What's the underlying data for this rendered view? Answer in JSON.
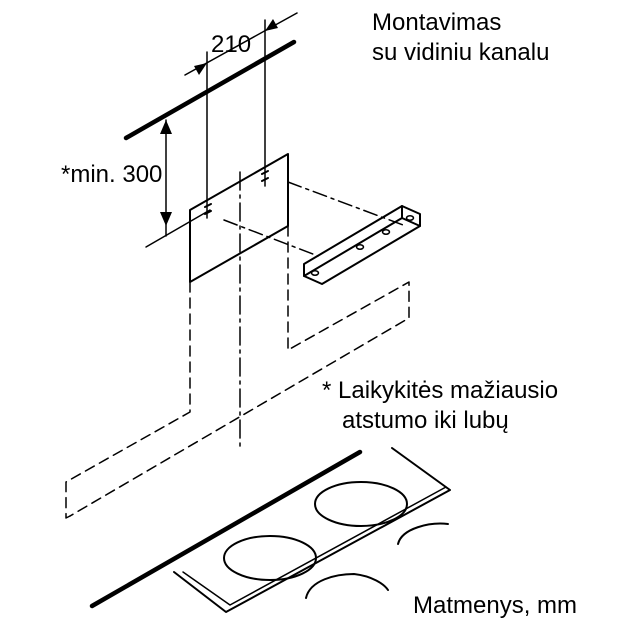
{
  "title_line1": "Montavimas",
  "title_line2": "su vidiniu kanalu",
  "dim_width": "210",
  "dim_height": "*min. 300",
  "note_line1": "* Laikykitės mažiausio",
  "note_line2": "atstumo iki lubų",
  "units_label": "Matmenys, mm",
  "colors": {
    "line": "#000000",
    "background": "#ffffff"
  }
}
